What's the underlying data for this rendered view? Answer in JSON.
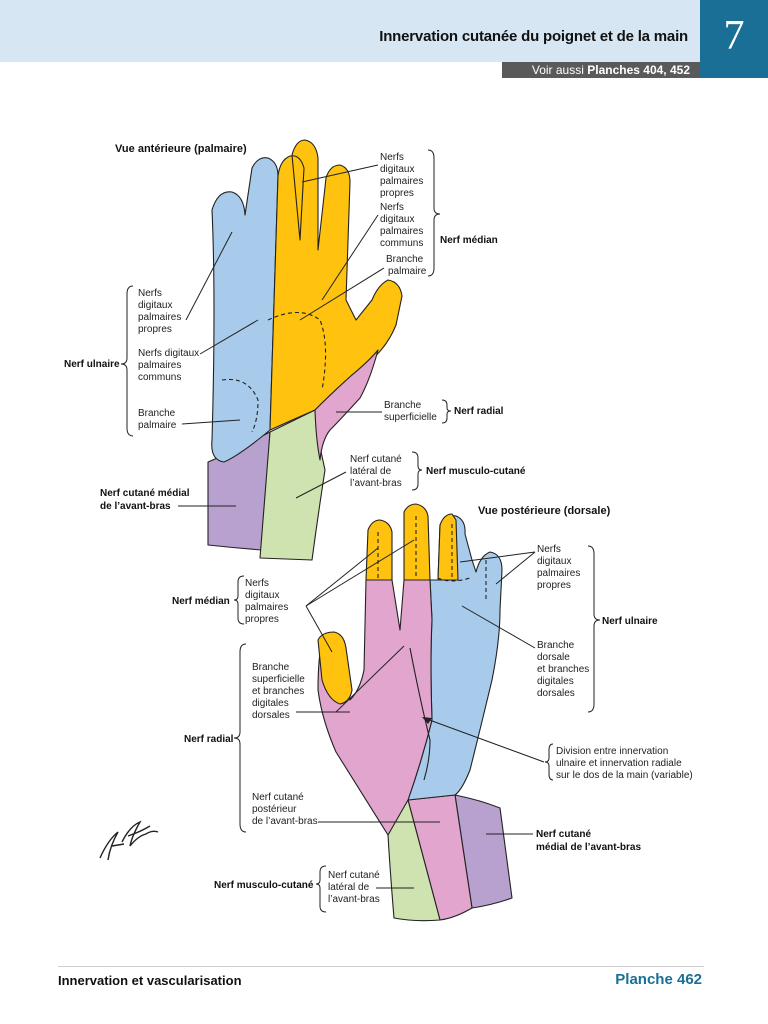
{
  "header": {
    "title": "Innervation cutanée du poignet et de la main",
    "chapter": "7",
    "see_also_prefix": "Voir aussi",
    "see_also_plates": "Planches 404, 452"
  },
  "figure": {
    "anterior": {
      "title": "Vue antérieure (palmaire)",
      "labels": {
        "nerfs_dig_palm_propres_lines": [
          "Nerfs",
          "digitaux",
          "palmaires",
          "propres"
        ],
        "nerfs_dig_palm_communs_lines": [
          "Nerfs",
          "digitaux",
          "palmaires",
          "communs"
        ],
        "branche_palmaire_median_lines": [
          "Branche",
          "palmaire"
        ],
        "nerf_median": "Nerf médian",
        "ulnar_propres_lines": [
          "Nerfs",
          "digitaux",
          "palmaires",
          "propres"
        ],
        "ulnar_communs_lines": [
          "Nerfs digitaux",
          "palmaires",
          "communs"
        ],
        "ulnar_branche_lines": [
          "Branche",
          "palmaire"
        ],
        "nerf_ulnaire": "Nerf ulnaire",
        "branche_superficielle_lines": [
          "Branche",
          "superficielle"
        ],
        "nerf_radial": "Nerf radial",
        "cutane_lateral_lines": [
          "Nerf cutané",
          "latéral de",
          "l’avant-bras"
        ],
        "nerf_musculo_cutane": "Nerf musculo-cutané",
        "cutane_medial_lines": [
          "Nerf cutané médial",
          "de l’avant-bras"
        ]
      }
    },
    "posterior": {
      "title": "Vue postérieure (dorsale)",
      "labels": {
        "ulnar_propres_lines": [
          "Nerfs",
          "digitaux",
          "palmaires",
          "propres"
        ],
        "nerf_ulnaire": "Nerf ulnaire",
        "branche_dorsale_lines": [
          "Branche",
          "dorsale",
          "et branches",
          "digitales",
          "dorsales"
        ],
        "division_lines": [
          "Division entre innervation",
          "ulnaire et innervation radiale",
          "sur le dos de la main (variable)"
        ],
        "cutane_medial_lines": [
          "Nerf cutané",
          "médial de l’avant-bras"
        ],
        "median_propres_lines": [
          "Nerfs",
          "digitaux",
          "palmaires",
          "propres"
        ],
        "nerf_median": "Nerf médian",
        "radial_branche_lines": [
          "Branche",
          "superficielle",
          "et branches",
          "digitales",
          "dorsales"
        ],
        "nerf_radial": "Nerf radial",
        "cutane_posterieur_lines": [
          "Nerf cutané",
          "postérieur",
          "de l’avant-bras"
        ],
        "cutane_lateral_lines": [
          "Nerf cutané",
          "latéral de",
          "l’avant-bras"
        ],
        "nerf_musculo_cutane": "Nerf musculo-cutané"
      }
    },
    "colors": {
      "median": "#ffc20e",
      "ulnar": "#a8cbeb",
      "radial": "#e2a6ce",
      "medial_cutaneous": "#b9a1cf",
      "lateral_cutaneous": "#cfe3b0"
    }
  },
  "footer": {
    "left": "Innervation et vascularisation",
    "right": "Planche 462"
  }
}
